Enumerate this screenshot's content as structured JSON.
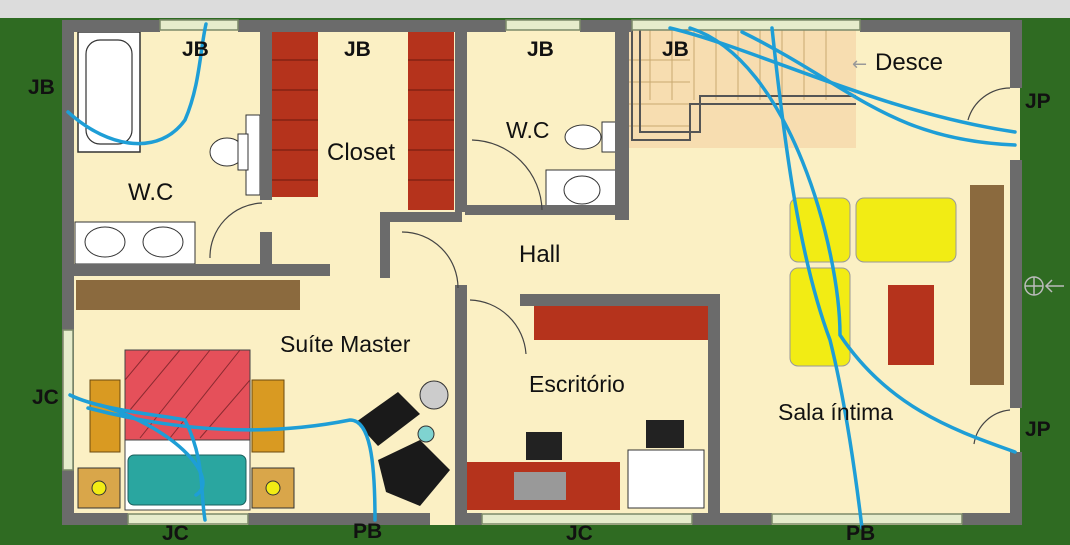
{
  "rooms": {
    "wc_master": "W.C",
    "closet": "Closet",
    "wc_hall": "W.C",
    "hall": "Hall",
    "suite_master": "Suíte Master",
    "escritorio": "Escritório",
    "sala_intima": "Sala íntima",
    "desce": "Desce"
  },
  "markers": {
    "jb_left": "JB",
    "jb_wc_master": "JB",
    "jb_closet": "JB",
    "jb_wc_hall": "JB",
    "jb_stairs": "JB",
    "jp_top": "JP",
    "jp_bottom": "JP",
    "jc_left": "JC",
    "jc_bottom_left": "JC",
    "pb_bottom_left": "PB",
    "jc_bottom_mid": "JC",
    "pb_bottom_right": "PB"
  },
  "colors": {
    "ground": "#2f6b22",
    "floor": "#fbf0c4",
    "wall": "#6b6b6b",
    "wood": "#b5331c",
    "sofa": "#f2ec14",
    "conduit": "#1e9ed6"
  },
  "icons": {
    "desce_arrow": "arrow-left-icon",
    "entrance_symbol": "circle-plus-arrow-icon"
  }
}
